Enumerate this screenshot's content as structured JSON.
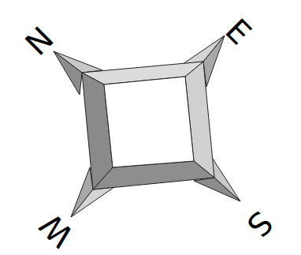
{
  "diagram": {
    "labels": [
      "N",
      "E",
      "S",
      "W"
    ]
  }
}
